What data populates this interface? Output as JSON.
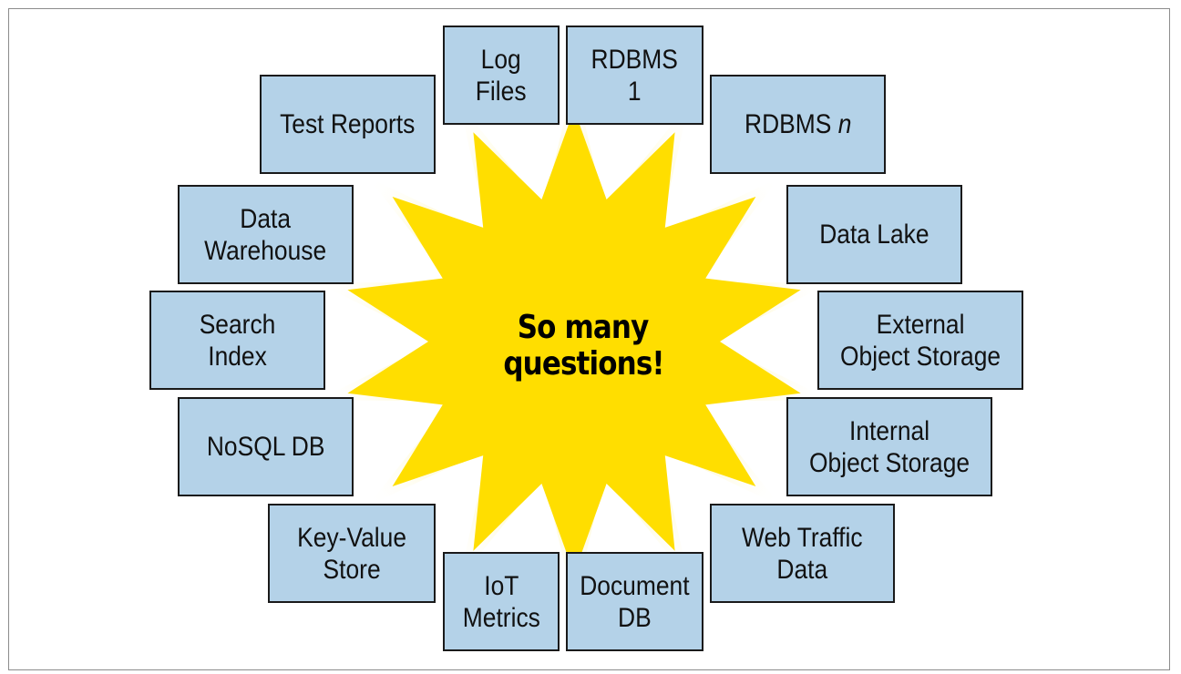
{
  "center_text": {
    "line1": "So many",
    "line2": "questions!"
  },
  "colors": {
    "burst": "#ffde00",
    "burst_glow": "#fff3a0",
    "box_fill": "#b4d2e8",
    "box_border": "#1a1a1a"
  },
  "boxes": {
    "log_files": {
      "line1": "Log",
      "line2": "Files"
    },
    "rdbms_1": {
      "line1": "RDBMS",
      "line2": "1"
    },
    "rdbms_n": {
      "text": "RDBMS",
      "italic": "n"
    },
    "test_reports": {
      "text": "Test Reports"
    },
    "data_warehouse": {
      "line1": "Data",
      "line2": "Warehouse"
    },
    "data_lake": {
      "text": "Data Lake"
    },
    "search_index": {
      "line1": "Search",
      "line2": "Index"
    },
    "external_object_storage": {
      "line1": "External",
      "line2": "Object Storage"
    },
    "nosql_db": {
      "text": "NoSQL DB"
    },
    "internal_object_storage": {
      "line1": "Internal",
      "line2": "Object Storage"
    },
    "key_value_store": {
      "line1": "Key-Value",
      "line2": "Store"
    },
    "web_traffic_data": {
      "line1": "Web Traffic",
      "line2": "Data"
    },
    "iot_metrics": {
      "line1": "IoT",
      "line2": "Metrics"
    },
    "document_db": {
      "line1": "Document",
      "line2": "DB"
    }
  }
}
